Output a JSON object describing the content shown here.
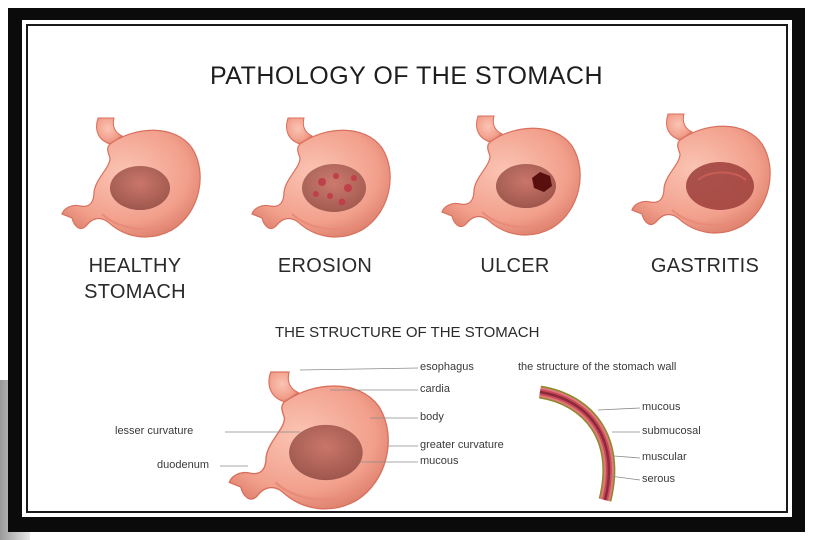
{
  "title": "PATHOLOGY OF THE STOMACH",
  "conditions": [
    {
      "label_line1": "HEALTHY",
      "label_line2": "STOMACH"
    },
    {
      "label_line1": "EROSION",
      "label_line2": ""
    },
    {
      "label_line1": "ULCER",
      "label_line2": ""
    },
    {
      "label_line1": "GASTRITIS",
      "label_line2": ""
    }
  ],
  "structure": {
    "title": "THE STRUCTURE OF THE STOMACH",
    "labels": {
      "esophagus": "esophagus",
      "cardia": "cardia",
      "body": "body",
      "greater_curvature": "greater curvature",
      "mucous": "mucous",
      "lesser_curvature": "lesser curvature",
      "duodenum": "duodenum"
    }
  },
  "wall": {
    "title": "the structure of the stomach wall",
    "layers": [
      "mucous",
      "submucosal",
      "muscular",
      "serous"
    ]
  },
  "colors": {
    "stomach_fill": "#f2a08d",
    "stomach_edge": "#d9705e",
    "inner_area": "#a8594f",
    "ulcer_spot": "#5a0f0f",
    "wall_serous": "#8a8a2a",
    "wall_muscular": "#e07a7a",
    "wall_submucosal": "#c94a5a",
    "wall_mucous": "#8a2a3a"
  }
}
